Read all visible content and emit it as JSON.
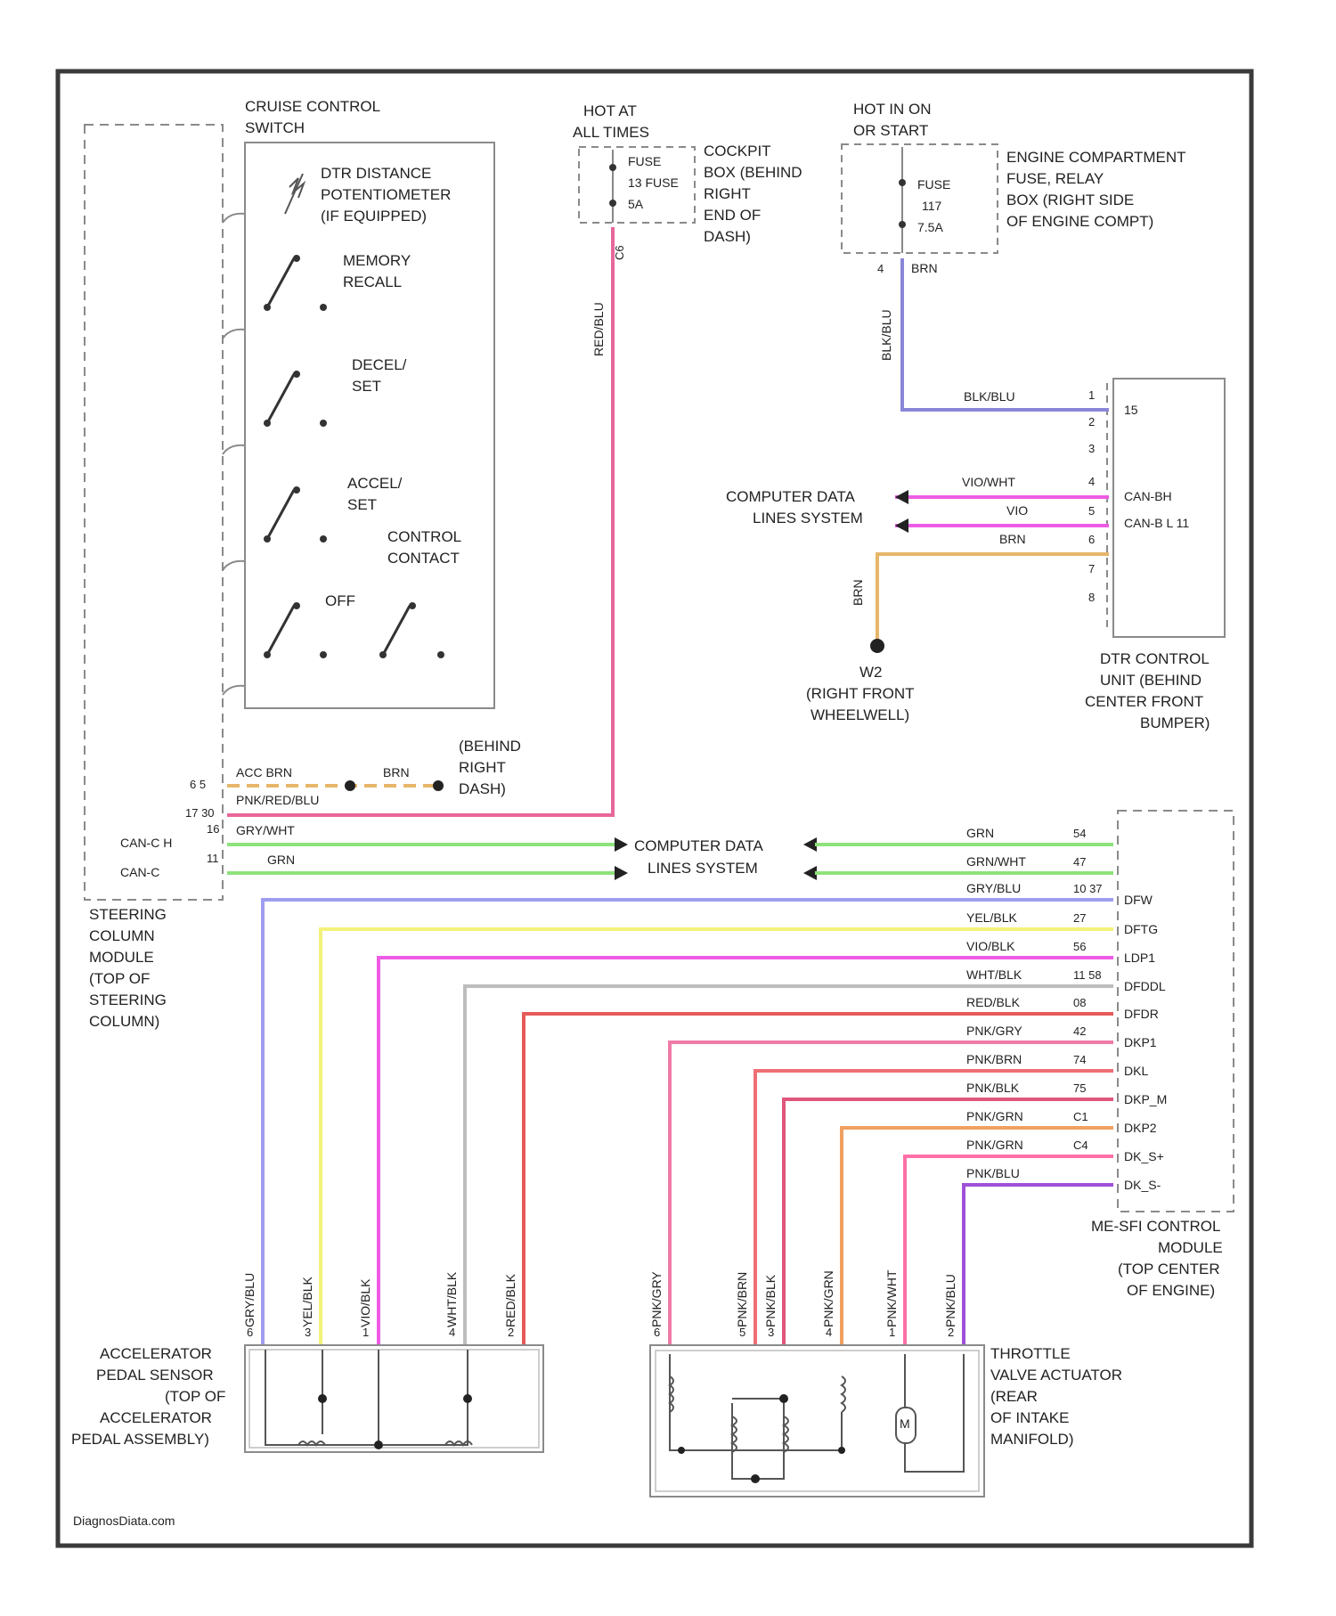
{
  "colors": {
    "frame": "#3a3a3a",
    "dashed": "#8a8a8a",
    "pink": "#e8679a",
    "lavender": "#8a86d8",
    "tan": "#e7b66a",
    "magenta": "#ee5be4",
    "green": "#8de27a",
    "blue_gray": "#9f9df0",
    "yellow": "#f2f27a",
    "violet": "#ce5fd8",
    "light_gray": "#bdbdbd",
    "red": "#e65a5a",
    "pink_light": "#f07aa8",
    "salmon": "#ef6f75",
    "rose": "#e0567d",
    "orange": "#f0a060",
    "hot_pink": "#ff6fa8",
    "purple": "#a050d8"
  },
  "cruise_switch": {
    "title_l1": "CRUISE CONTROL",
    "title_l2": "SWITCH",
    "dtr_l1": "DTR DISTANCE",
    "dtr_l2": "POTENTIOMETER",
    "dtr_l3": "(IF EQUIPPED)",
    "memory_l1": "MEMORY",
    "memory_l2": "RECALL",
    "decel_l1": "DECEL/",
    "decel_l2": "SET",
    "accel_l1": "ACCEL/",
    "accel_l2": "SET",
    "control_l1": "CONTROL",
    "control_l2": "CONTACT",
    "off": "OFF"
  },
  "fuse_hot": {
    "top_l1": "HOT AT",
    "top_l2": "ALL TIMES",
    "fuse_l1": "FUSE",
    "fuse_l2": "13 FUSE",
    "fuse_l3": "5A",
    "box_l1": "COCKPIT",
    "box_l2": "BOX (BEHIND",
    "box_l3": "RIGHT",
    "box_l4": "END OF",
    "box_l5": "DASH)",
    "wire_color": "RED/BLU",
    "pin_label": "C6"
  },
  "fuse_run": {
    "top_l1": "HOT IN ON",
    "top_l2": "OR START",
    "fuse_l1": "FUSE",
    "fuse_l2": "117",
    "fuse_l3": "7.5A",
    "box_l1": "ENGINE COMPARTMENT",
    "box_l2": "FUSE, RELAY",
    "box_l3": "BOX (RIGHT SIDE",
    "box_l4": "OF ENGINE COMPT)",
    "wire_color": "BLK/BLU",
    "pin_label": "4",
    "pin_color": "BRN"
  },
  "dtr_unit": {
    "title_l1": "DTR CONTROL",
    "title_l2": "UNIT (BEHIND",
    "title_l3": "CENTER FRONT",
    "title_l4": "BUMPER)",
    "pin_15": "15",
    "pin_can_bh": "CAN-BH",
    "pin_can_bl": "CAN-B L 11",
    "wire_blkblu": "BLK/BLU",
    "wire_vio_wht": "VIO/WHT",
    "wire_vio": "VIO",
    "wire_brn": "BRN",
    "ground_wire": "BRN",
    "ground_l1": "W2",
    "ground_l2": "(RIGHT FRONT",
    "ground_l3": "WHEELWELL)",
    "cdl_l1": "COMPUTER DATA",
    "cdl_l2": "LINES SYSTEM"
  },
  "steering_module": {
    "title_l1": "STEERING",
    "title_l2": "COLUMN",
    "title_l3": "MODULE",
    "title_l4": "(TOP OF",
    "title_l5": "STEERING",
    "title_l6": "COLUMN)",
    "can_ch": "CAN-C H",
    "can_cl": "CAN-C",
    "pin_a": "6 5",
    "pin_b": "17 30",
    "pin_c": "16",
    "pin_d": "11",
    "wire_a": "ACC BRN",
    "wire_b": "PNK/RED/BLU",
    "wire_c": "GRY/WHT",
    "wire_d": "GRN",
    "splice_wire": "BRN",
    "ground_l1": "(BEHIND",
    "ground_l2": "RIGHT",
    "ground_l3": "DASH)",
    "cdl_l1": "COMPUTER DATA",
    "cdl_l2": "LINES SYSTEM"
  },
  "me_sfi": {
    "title_l1": "ME-SFI CONTROL",
    "title_l2": "MODULE",
    "title_l3": "(TOP CENTER",
    "title_l4": "OF ENGINE)",
    "rows": [
      {
        "wire": "GRN",
        "pin": "54",
        "term": ""
      },
      {
        "wire": "GRN/WHT",
        "pin": "47",
        "term": ""
      },
      {
        "wire": "GRY/BLU",
        "pin": "10 37",
        "term": "DFW"
      },
      {
        "wire": "YEL/BLK",
        "pin": "27",
        "term": "DFTG"
      },
      {
        "wire": "VIO/BLK",
        "pin": "56",
        "term": "LDP1"
      },
      {
        "wire": "WHT/BLK",
        "pin": "11 58",
        "term": "DFDDL"
      },
      {
        "wire": "RED/BLK",
        "pin": "08",
        "term": "DFDR"
      },
      {
        "wire": "PNK/GRY",
        "pin": "42",
        "term": "DKP1"
      },
      {
        "wire": "PNK/BRN",
        "pin": "74",
        "term": "DKL"
      },
      {
        "wire": "PNK/BLK",
        "pin": "75",
        "term": "DKP_M"
      },
      {
        "wire": "PNK/GRN",
        "pin": "C1",
        "term": "DKP2"
      },
      {
        "wire": "PNK/GRN",
        "pin": "C4",
        "term": "DK_S+"
      },
      {
        "wire": "PNK/BLU",
        "pin": "",
        "term": "DK_S-"
      }
    ]
  },
  "accel_sensor": {
    "title_l1": "ACCELERATOR",
    "title_l2": "PEDAL SENSOR",
    "title_l3": "(TOP OF",
    "title_l4": "ACCELERATOR",
    "title_l5": "PEDAL ASSEMBLY)",
    "wires": [
      "GRY/BLU",
      "YEL/BLK",
      "VIO/BLK",
      "WHT/BLK",
      "RED/BLK"
    ],
    "pins": [
      "6",
      "3",
      "1",
      "4",
      "2"
    ]
  },
  "throttle": {
    "title_l1": "THROTTLE",
    "title_l2": "VALVE ACTUATOR",
    "title_l3": "(REAR",
    "title_l4": "OF INTAKE",
    "title_l5": "MANIFOLD)",
    "wires": [
      "PNK/GRY",
      "PNK/BRN",
      "PNK/BLK",
      "PNK/GRN",
      "PNK/WHT",
      "PNK/BLU"
    ],
    "pins": [
      "6",
      "5",
      "3",
      "4",
      "1",
      "2"
    ],
    "motor_label": "M"
  },
  "footer": {
    "watermark": "DiagnosDiata.com"
  }
}
